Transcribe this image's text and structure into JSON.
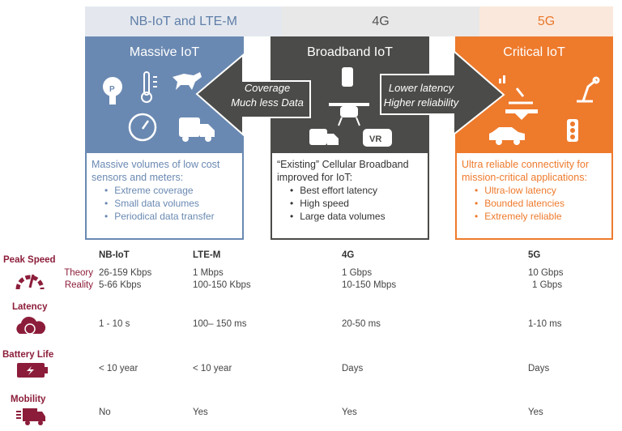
{
  "colors": {
    "massive": "#6a89b2",
    "broadband": "#4b4b49",
    "critical": "#ee7a2c",
    "accent": "#8c1d3a"
  },
  "headers": {
    "nb_ltem": "NB-IoT and LTE-M",
    "g4": "4G",
    "g5": "5G"
  },
  "boxes": [
    {
      "title": "Massive IoT",
      "desc": "Massive volumes of low cost sensors and meters:",
      "bullets": [
        "Extreme coverage",
        "Small data volumes",
        "Periodical data transfer"
      ],
      "icons": [
        "parking-meter-icon",
        "thermometer-icon",
        "dog-tracker-icon",
        "gauge-meter-icon",
        "delivery-van-location-icon"
      ]
    },
    {
      "title": "Broadband IoT",
      "desc": "“Existing” Cellular Broadband improved for IoT:",
      "bullets": [
        "Best effort latency",
        "High speed",
        "Large data volumes"
      ],
      "icons": [
        "smartwatch-icon",
        "drone-icon",
        "van-location-icon",
        "vr-headset-icon"
      ]
    },
    {
      "title": "Critical IoT",
      "desc": "Ultra reliable connectivity for mission-critical applications:",
      "bullets": [
        "Ultra-low latency",
        "Bounded latencies",
        "Extremely reliable"
      ],
      "icons": [
        "remote-surgery-icon",
        "robot-arm-icon",
        "car-icon",
        "traffic-light-icon"
      ]
    }
  ],
  "arrows": {
    "left": [
      "Coverage",
      "Much less Data"
    ],
    "right": [
      "Lower latency",
      "Higher reliability"
    ]
  },
  "table": {
    "columns": [
      "NB-IoT",
      "LTE-M",
      "4G",
      "5G"
    ],
    "rows": {
      "peak": {
        "label": "Peak Speed",
        "theory_label": "Theory",
        "reality_label": "Reality",
        "theory": [
          "26-159 Kbps",
          "1 Mbps",
          "1 Gbps",
          "10 Gbps"
        ],
        "reality": [
          "5-66 Kbps",
          "100-150 Kbps",
          "10-150 Mbps",
          "1 Gbps"
        ]
      },
      "latency": {
        "label": "Latency",
        "values": [
          "1 - 10 s",
          "100– 150 ms",
          "20-50 ms",
          "1-10 ms"
        ]
      },
      "battery": {
        "label": "Battery Life",
        "values": [
          "< 10 year",
          "< 10 year",
          "Days",
          "Days"
        ]
      },
      "mobility": {
        "label": "Mobility",
        "values": [
          "No",
          "Yes",
          "Yes",
          "Yes"
        ]
      }
    }
  }
}
